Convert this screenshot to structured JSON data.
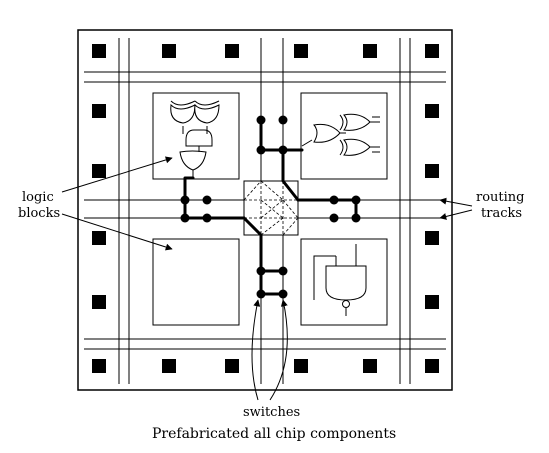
{
  "labels": {
    "logic_blocks_line1": "logic",
    "logic_blocks_line2": "blocks",
    "routing_tracks_line1": "routing",
    "routing_tracks_line2": "tracks",
    "switches": "switches",
    "caption": "Prefabricated all chip components"
  },
  "colors": {
    "stroke": "#000000",
    "background": "#ffffff",
    "pad": "#000000"
  },
  "icons": {
    "gates": [
      "xor-gate-icon",
      "and-gate-icon",
      "or-gate-icon",
      "nand-gate-icon"
    ]
  }
}
